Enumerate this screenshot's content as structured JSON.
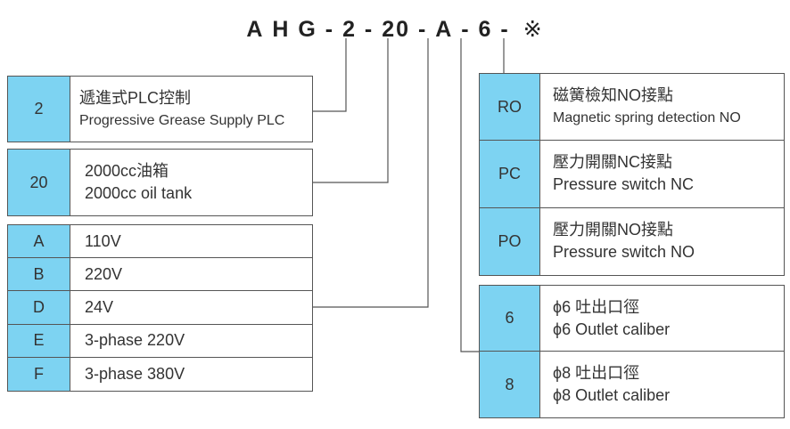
{
  "model": {
    "segments": [
      "A",
      "H",
      "G",
      "-",
      "2",
      "-",
      "20",
      "-",
      "A",
      "-",
      "6",
      "-"
    ],
    "ref_mark": "※"
  },
  "plc_option": {
    "code": "2",
    "zh": "遞進式PLC控制",
    "en": "Progressive Grease Supply PLC"
  },
  "tank_option": {
    "code": "20",
    "zh": "2000cc油箱",
    "en": "2000cc oil tank"
  },
  "voltage_options": [
    {
      "code": "A",
      "label": "110V"
    },
    {
      "code": "B",
      "label": "220V"
    },
    {
      "code": "D",
      "label": "24V"
    },
    {
      "code": "E",
      "label": "3-phase 220V"
    },
    {
      "code": "F",
      "label": "3-phase 380V"
    }
  ],
  "switch_options": [
    {
      "code": "RO",
      "zh": "磁簧檢知NO接點",
      "en": "Magnetic spring detection NO"
    },
    {
      "code": "PC",
      "zh": "壓力開關NC接點",
      "en": "Pressure switch NC"
    },
    {
      "code": "PO",
      "zh": "壓力開關NO接點",
      "en": "Pressure switch NO"
    }
  ],
  "outlet_options": [
    {
      "code": "6",
      "zh": "ϕ6 吐出口徑",
      "en": "ϕ6 Outlet caliber"
    },
    {
      "code": "8",
      "zh": "ϕ8 吐出口徑",
      "en": "ϕ8 Outlet caliber"
    }
  ],
  "colors": {
    "code_fill": "#7dd3f2",
    "border": "#555555",
    "text": "#333333"
  }
}
